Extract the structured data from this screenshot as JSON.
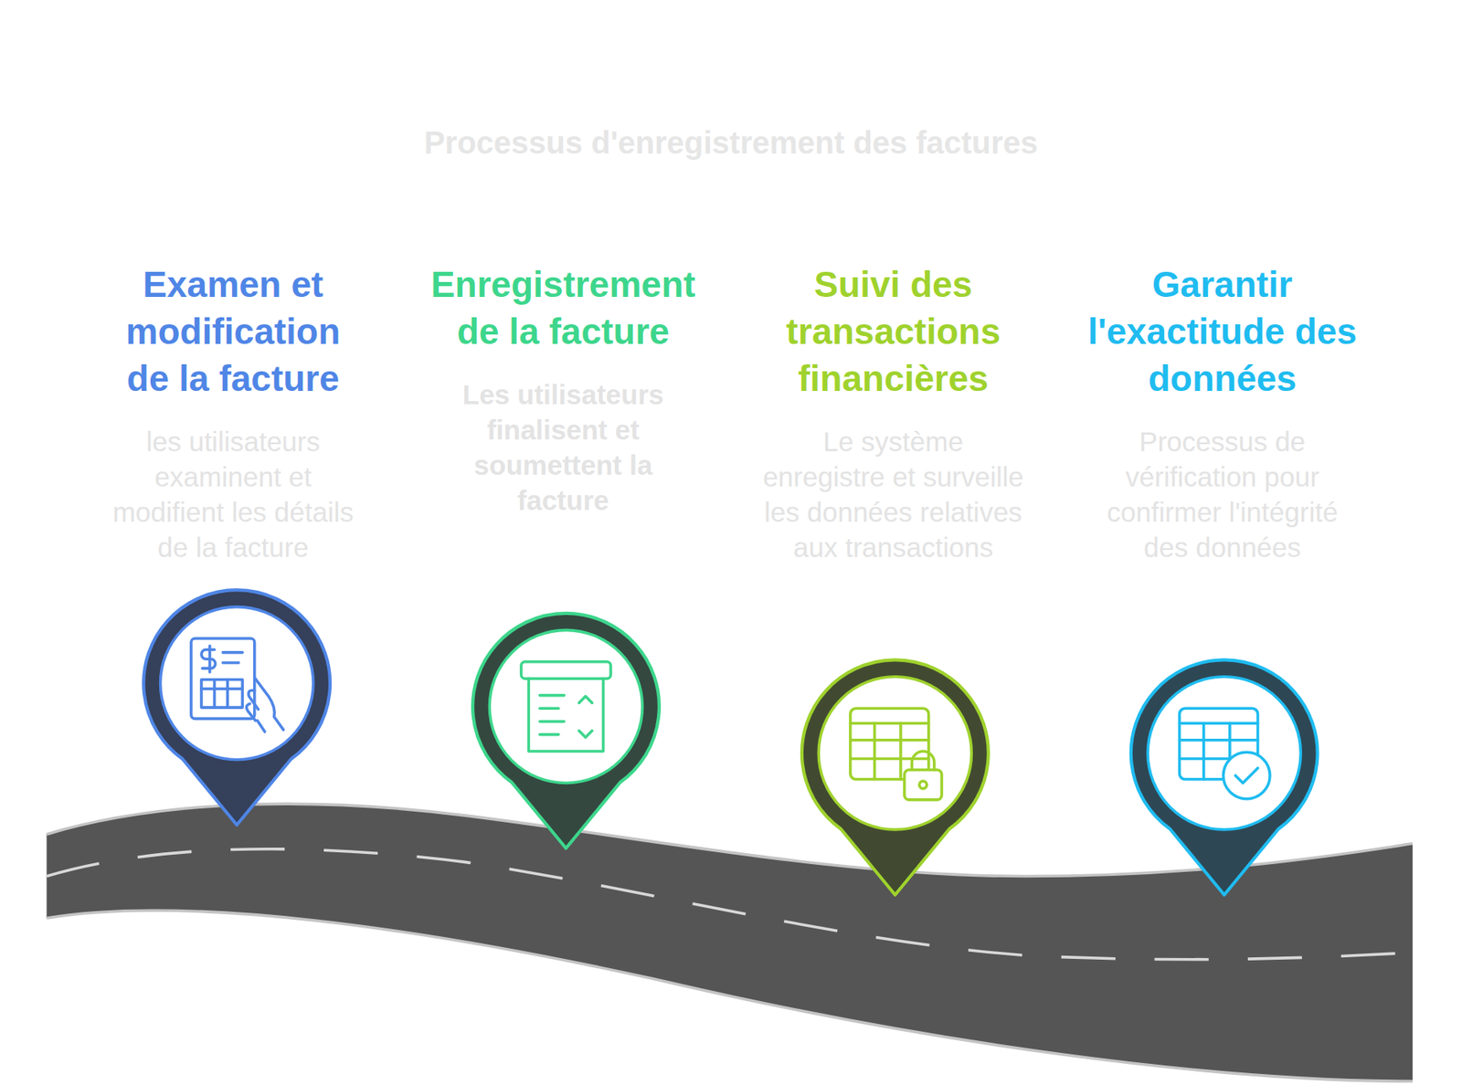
{
  "diagram": {
    "title": "Processus d'enregistrement des factures",
    "nodes": [
      {
        "text": [
          "Examen et modification de la facture",
          "les utilisateurs examinent et modifient les détails de la facture"
        ]
      },
      {
        "text": [
          "Enregistrement de la facture",
          "Les utilisateurs finalisent et soumettent la facture"
        ]
      },
      {
        "text": [
          "Suivi des transactions financières",
          "Le système enregistre et surveille les données relatives aux transactions"
        ]
      },
      {
        "text": [
          "Garantir l'exactitude des données",
          "Processus de vérification pour confirmer l'intégrité des données"
        ]
      }
    ]
  }
}
